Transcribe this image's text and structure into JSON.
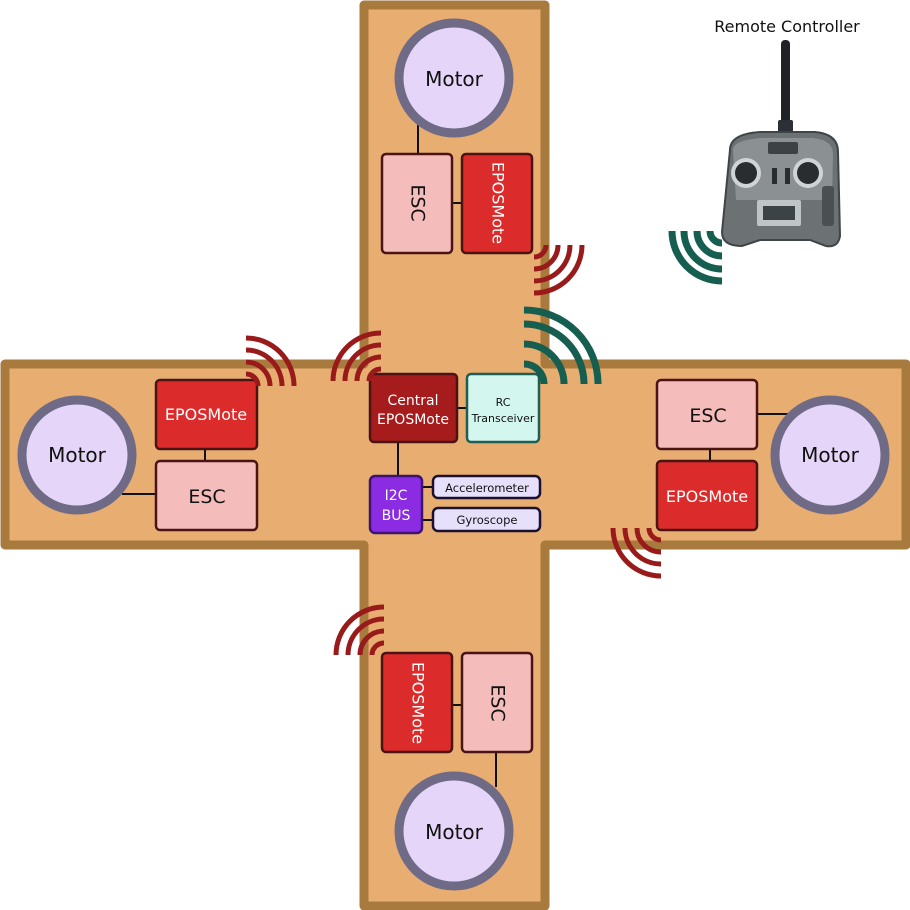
{
  "remote": {
    "title": "Remote Controller"
  },
  "motors": {
    "top": "Motor",
    "left": "Motor",
    "right": "Motor",
    "bottom": "Motor"
  },
  "escs": {
    "top": "ESC",
    "left": "ESC",
    "right": "ESC",
    "bottom": "ESC"
  },
  "eposmotes": {
    "top": "EPOSMote",
    "left": "EPOSMote",
    "right": "EPOSMote",
    "bottom": "EPOSMote"
  },
  "central": {
    "line1": "Central",
    "line2": "EPOSMote"
  },
  "rc": {
    "line1": "RC",
    "line2": "Transceiver"
  },
  "i2c": {
    "line1": "I2C",
    "line2": "BUS"
  },
  "sensors": {
    "accelerometer": "Accelerometer",
    "gyroscope": "Gyroscope"
  },
  "colors": {
    "frame_fill": "#e8ad70",
    "frame_stroke": "#a87a3e",
    "motor_fill": "#e5d5f8",
    "motor_ring": "#6f6a85",
    "esc_fill": "#f5bcbc",
    "eposmote_fill": "#dc2b2b",
    "central_fill": "#a61c1c",
    "rc_fill": "#d3f6ee",
    "rc_stroke": "#1f5e52",
    "i2c_fill": "#8b2be2",
    "sensor_fill": "#e7e0fb",
    "wave_red": "#991a1a",
    "wave_green": "#155e50"
  }
}
